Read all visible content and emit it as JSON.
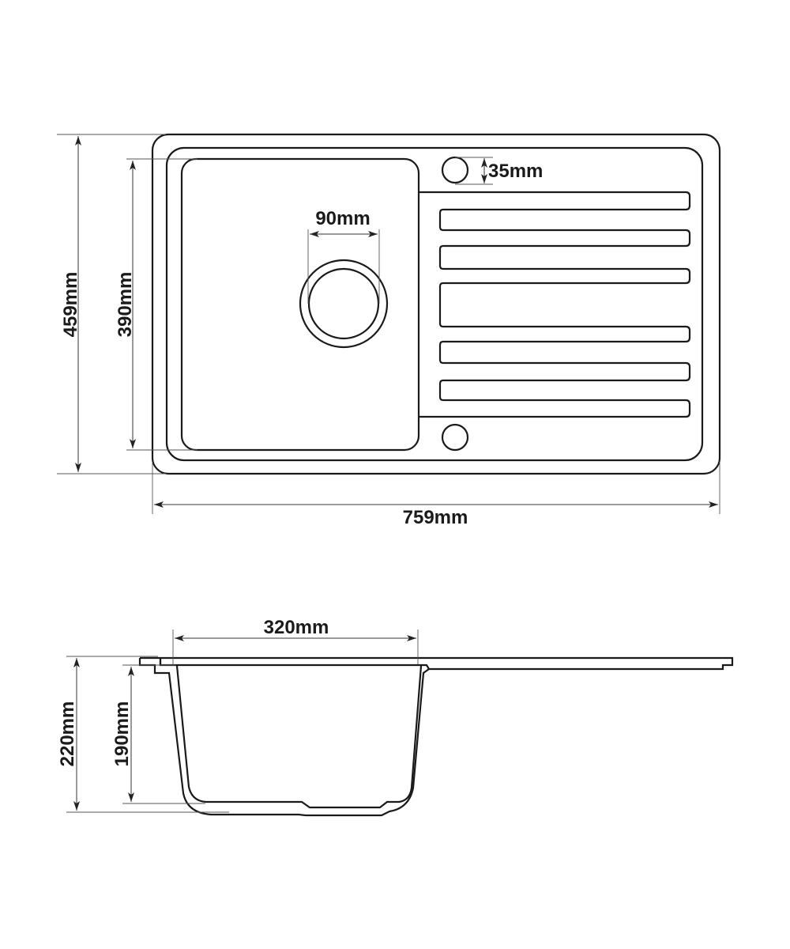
{
  "top_view": {
    "overall_width": "759mm",
    "overall_depth": "459mm",
    "bowl_depth": "390mm",
    "drain_diameter": "90mm",
    "tap_hole_diameter": "35mm"
  },
  "side_view": {
    "bowl_width": "320mm",
    "overall_height": "220mm",
    "bowl_height": "190mm"
  },
  "colors": {
    "line": "#1a1a1a",
    "background": "#ffffff"
  }
}
